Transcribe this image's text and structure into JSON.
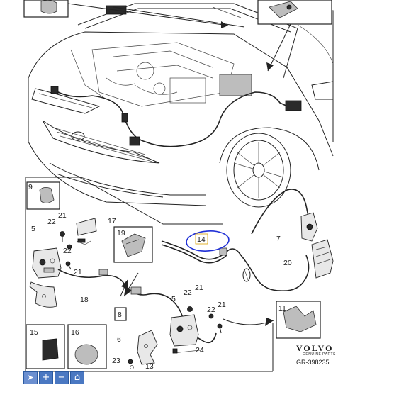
{
  "diagram": {
    "callouts": {
      "c1": "9",
      "c2": "21",
      "c3": "22",
      "c4": "17",
      "c5": "5",
      "c6": "22",
      "c7": "21",
      "c8": "19",
      "c9": "14",
      "c10": "7",
      "c11": "20",
      "c12": "18",
      "c13": "8",
      "c14": "5",
      "c15": "22",
      "c16": "21",
      "c17": "22",
      "c18": "21",
      "c19": "11",
      "c20": "15",
      "c21": "16",
      "c22": "6",
      "c23": "24",
      "c24": "23",
      "c25": "13"
    },
    "brand": {
      "name": "VOLVO",
      "subtitle": "GENUINE PARTS"
    },
    "drawing_code": "GR-398235",
    "annotation_color": "#1f2fd6"
  },
  "toolbar": {
    "pointer_icon": "pointer-icon",
    "zoom_in_icon": "zoom-in-icon",
    "zoom_out_icon": "zoom-out-icon",
    "home_icon": "home-icon",
    "pointer_glyph": "➤",
    "zoom_in_glyph": "+",
    "zoom_out_glyph": "−",
    "home_glyph": "⌂"
  }
}
